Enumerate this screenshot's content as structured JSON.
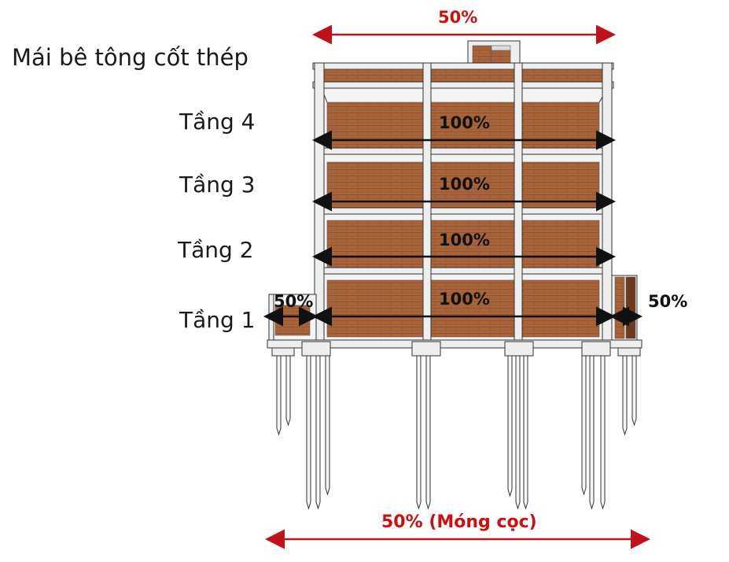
{
  "labels": {
    "roof": "Mái bê tông cốt thép",
    "floor4": "Tầng 4",
    "floor3": "Tầng 3",
    "floor2": "Tầng 2",
    "floor1": "Tầng 1"
  },
  "percentages": {
    "roof": "50%",
    "floor4": "100%",
    "floor3": "100%",
    "floor2": "100%",
    "floor1": "100%",
    "left_extension": "50%",
    "right_extension": "50%",
    "foundation": "50% (Móng cọc)"
  },
  "colors": {
    "brick": "#a8643a",
    "brick_dark": "#8e4f2b",
    "frame": "#eeeeee",
    "frame_line": "#333333",
    "arrow_black": "#111111",
    "arrow_red": "#c0121a"
  }
}
